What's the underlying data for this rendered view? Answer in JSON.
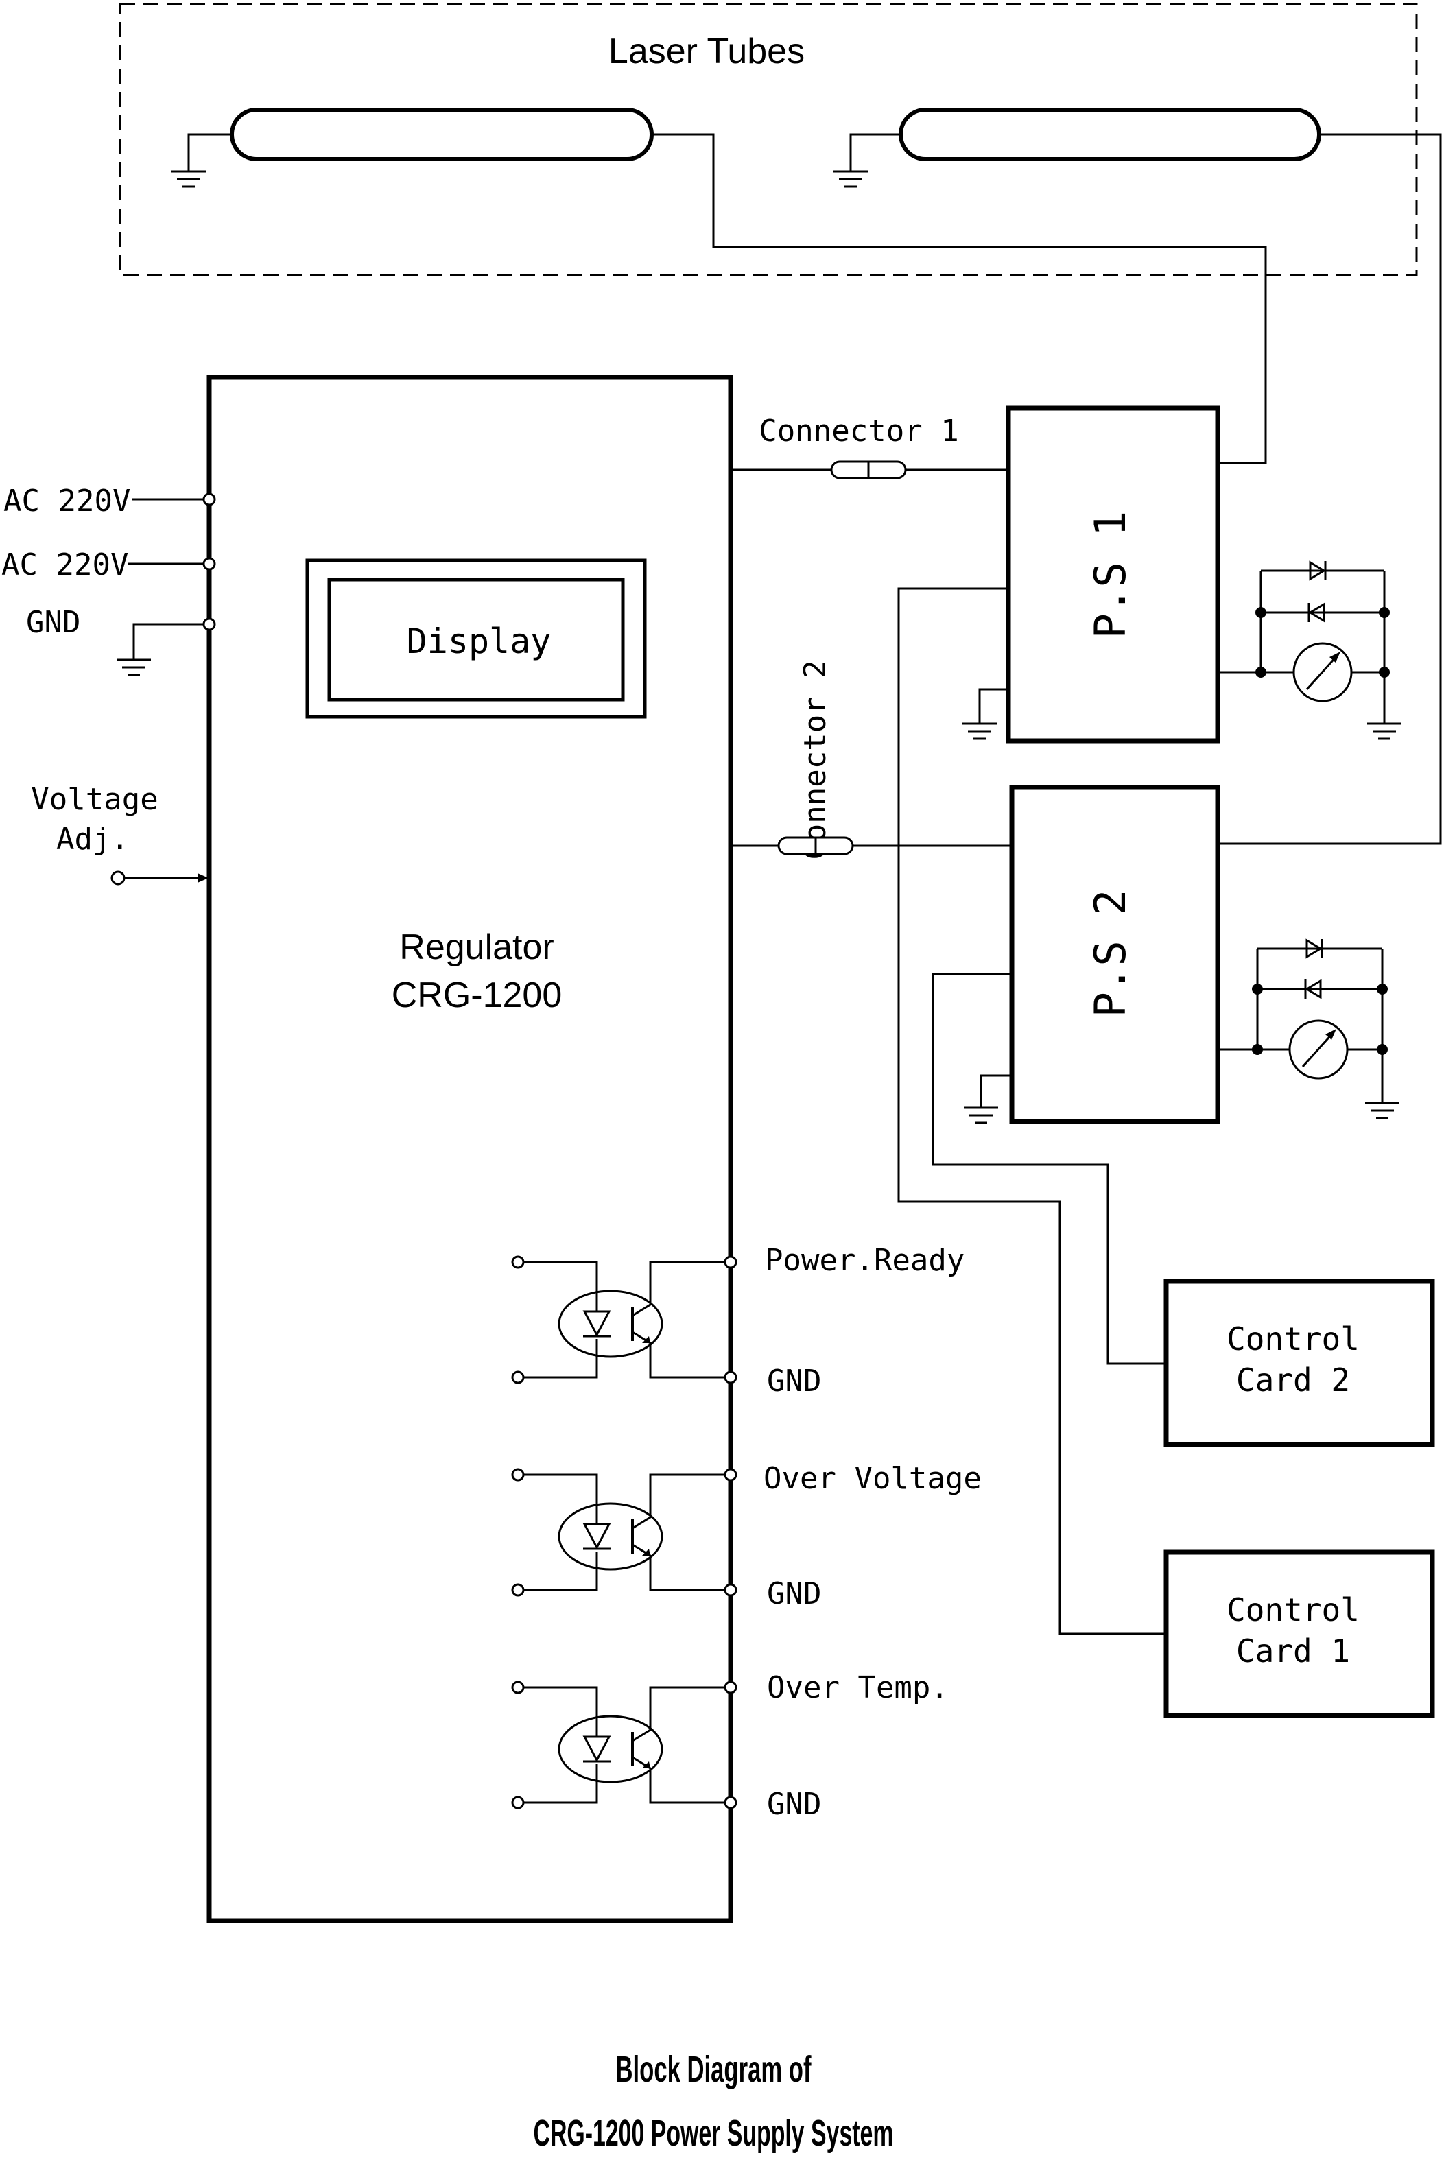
{
  "laser_tubes": {
    "label": "Laser Tubes"
  },
  "regulator": {
    "name": "Regulator",
    "model": "CRG-1200",
    "display_label": "Display"
  },
  "inputs": {
    "ac1": "AC 220V",
    "ac2": "AC 220V",
    "gnd": "GND",
    "voltage_adj_line1": "Voltage",
    "voltage_adj_line2": "Adj."
  },
  "connectors": {
    "c1": "Connector 1",
    "c2": "Connector 2"
  },
  "power_supplies": {
    "ps1": "P.S 1",
    "ps2": "P.S 2"
  },
  "control_cards": {
    "card2_line1": "Control",
    "card2_line2": "Card 2",
    "card1_line1": "Control",
    "card1_line2": "Card 1"
  },
  "signals": {
    "power_ready": "Power.Ready",
    "gnd1": "GND",
    "over_voltage": "Over Voltage",
    "gnd2": "GND",
    "over_temp": "Over Temp.",
    "gnd3": "GND"
  },
  "caption": {
    "line1": "Block Diagram of",
    "line2": "CRG-1200 Power Supply System"
  }
}
